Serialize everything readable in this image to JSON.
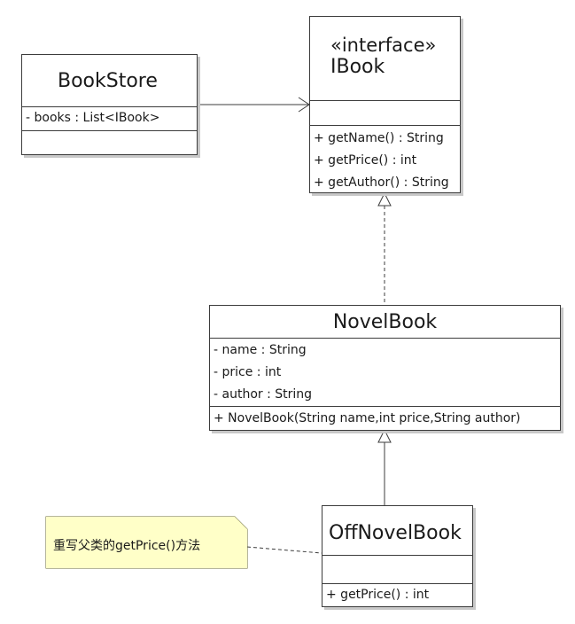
{
  "classes": {
    "bookstore": {
      "name": "BookStore",
      "attributes": [
        "- books : List<IBook>"
      ],
      "operations": []
    },
    "ibook": {
      "stereotype": "«interface»",
      "name": "IBook",
      "attributes": [],
      "operations": [
        "+ getName() : String",
        "+ getPrice() : int",
        "+ getAuthor() : String"
      ]
    },
    "novelbook": {
      "name": "NovelBook",
      "attributes": [
        "- name : String",
        "- price : int",
        "- author : String"
      ],
      "operations": [
        "+ NovelBook(String name,int price,String author)"
      ]
    },
    "offnovelbook": {
      "name": "OffNovelBook",
      "attributes": [],
      "operations": [
        "+ getPrice() : int"
      ]
    }
  },
  "note": {
    "text": "重写父类的getPrice()方法"
  },
  "colors": {
    "line": "#3c3c3c",
    "shadow": "#c8c8c8",
    "note_fill": "#ffffc8",
    "note_border": "#6b6b3a"
  }
}
